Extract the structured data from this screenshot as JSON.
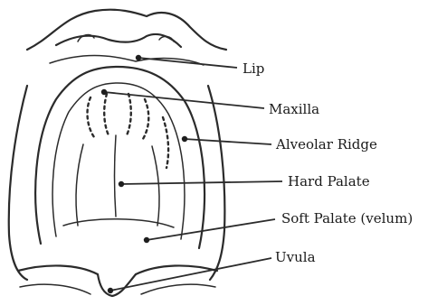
{
  "labels": {
    "lip": "Lip",
    "maxilla": "Maxilla",
    "alveolar_ridge": "Alveolar Ridge",
    "hard_palate": "Hard Palate",
    "soft_palate": "Soft Palate (velum)",
    "uvula": "Uvula"
  }
}
